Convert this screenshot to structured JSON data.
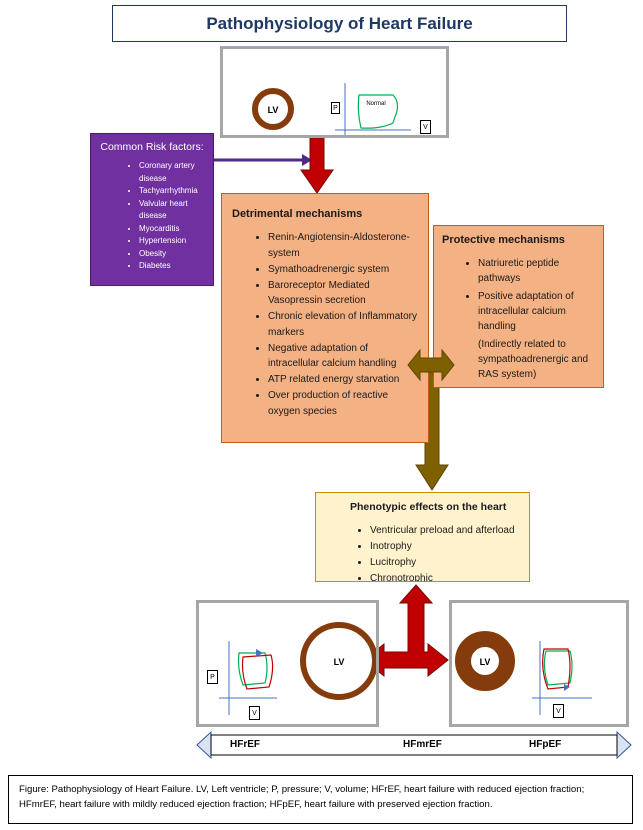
{
  "title": "Pathophysiology of Heart Failure",
  "top_panel": {
    "lv": "LV",
    "p": "P",
    "v": "V",
    "loop_label": "Normal"
  },
  "risk": {
    "heading": "Common Risk factors:",
    "items": [
      "Coronary artery disease",
      "Tachyarrhythmia",
      "Valvular heart disease",
      "Myocarditis",
      "Hypertension",
      "Obesity",
      "Diabetes"
    ]
  },
  "detrimental": {
    "heading": "Detrimental mechanisms",
    "items": [
      "Renin-Angiotensin-Aldosterone-system",
      "Symathoadrenergic system",
      "Baroreceptor Mediated Vasopressin secretion",
      "Chronic elevation of Inflammatory markers",
      "Negative adaptation of intracellular calcium handling",
      "ATP related energy starvation",
      "Over production of reactive oxygen species"
    ]
  },
  "protective": {
    "heading": "Protective mechanisms",
    "items": [
      "Natriuretic peptide pathways",
      "Positive adaptation of intracellular calcium handling"
    ],
    "note": "(Indirectly related to sympathoadrenergic and RAS system)"
  },
  "phenotypic": {
    "heading": "Phenotypic effects on the heart",
    "items": [
      "Ventricular preload and afterload",
      "Inotrophy",
      "Lucitrophy",
      "Chronotrophic"
    ]
  },
  "bottom_left": {
    "lv": "LV",
    "p": "P",
    "v": "V"
  },
  "bottom_right": {
    "lv": "LV",
    "v": "V"
  },
  "spectrum": {
    "left": "HFrEF",
    "middle": "HFmrEF",
    "right": "HFpEF"
  },
  "caption": "Figure: Pathophysiology of Heart Failure. LV, Left ventricle; P, pressure; V, volume; HFrEF, heart failure with reduced ejection fraction; HFmrEF,  heart failure with mildly reduced ejection fraction; HFpEF, heart failure with preserved ejection fraction.",
  "colors": {
    "title_text": "#1f3864",
    "risk_box": "#7030a0",
    "mechanism_box": "#f4b183",
    "phenotype_box": "#fff2cc",
    "red_arrow": "#c00000",
    "olive_arrow": "#7f6000",
    "ventricle_wall": "#843c0c",
    "spectrum_arrow": "#dae3f3"
  }
}
